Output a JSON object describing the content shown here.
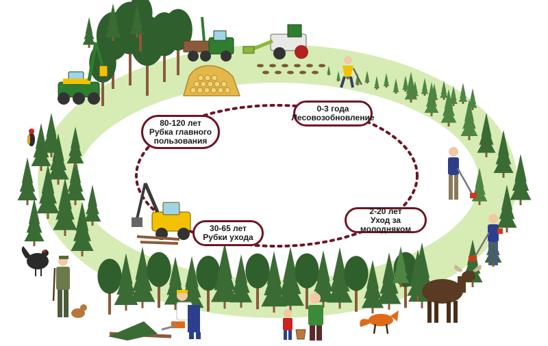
{
  "stages": [
    {
      "id": "reforestation",
      "age": "0-3 года",
      "name": "Лесовозобновление"
    },
    {
      "id": "young-care",
      "age": "2-20 лет",
      "name": "Уход за молодняком"
    },
    {
      "id": "thinning",
      "age": "30-65 лет",
      "name": "Рубки ухода"
    },
    {
      "id": "final-felling",
      "age": "80-120 лет",
      "name_line1": "Рубка главного",
      "name_line2": "пользования"
    }
  ],
  "colors": {
    "ring": "#d6ecb4",
    "cycle_dots": "#6e1423",
    "label_border": "#6e1423",
    "spruce": "#3b6b35",
    "spruce_light": "#4f8543",
    "pine_crown": "#2f5f2c",
    "trunk": "#8a5a3a",
    "machine_green": "#2f7d2f",
    "machine_yellow": "#f2c200",
    "log_pile": "#e3b84a"
  },
  "icons": [
    "harvester-icon",
    "forwarder-icon",
    "planting-machine-icon",
    "log-pile-icon",
    "forester-planting-icon",
    "woodpecker-icon",
    "worker-brushcutter-icon",
    "worker-trimmer-icon",
    "thinning-harvester-icon",
    "capercaillie-icon",
    "hunter-with-dog-icon",
    "chainsaw-worker-icon",
    "family-icon",
    "fox-icon",
    "moose-icon"
  ]
}
